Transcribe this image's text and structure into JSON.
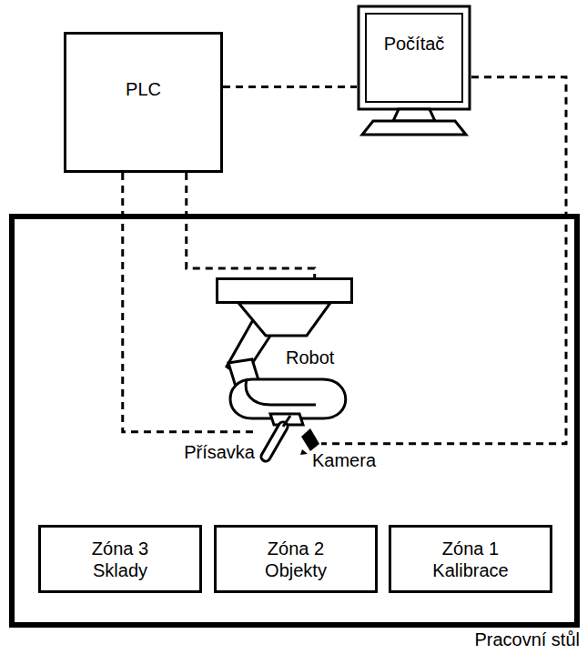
{
  "diagram": {
    "nodes": [
      {
        "text": [
          "PLC"
        ]
      },
      {
        "text": [
          "Počítač"
        ]
      },
      {
        "text": [
          "Pracovní stůl"
        ]
      },
      {
        "text": [
          "Robot"
        ],
        "in": 2
      },
      {
        "text": [
          "Přísavka"
        ],
        "in": 2
      },
      {
        "text": [
          "Kamera"
        ],
        "in": 2
      },
      {
        "text": [
          "Zóna 3",
          "Sklady"
        ],
        "in": 2
      },
      {
        "text": [
          "Zóna 2",
          "Objekty"
        ],
        "in": 2
      },
      {
        "text": [
          "Zóna 1",
          "Kalibrace"
        ],
        "in": 2
      }
    ],
    "edges": [
      {
        "from": 0,
        "to": 1,
        "arrow": "none"
      },
      {
        "from": 0,
        "to": 3,
        "arrow": "none"
      },
      {
        "from": 0,
        "to": 4,
        "arrow": "none"
      },
      {
        "from": 1,
        "to": 5,
        "arrow": "none"
      }
    ]
  }
}
